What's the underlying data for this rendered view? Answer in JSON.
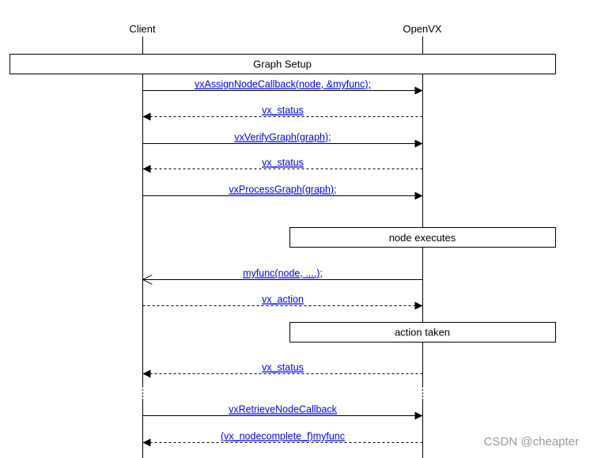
{
  "actors": {
    "client": "Client",
    "openvx": "OpenVX"
  },
  "boxes": {
    "graph_setup": "Graph Setup",
    "node_executes": "node executes",
    "action_taken": "action taken"
  },
  "messages": [
    {
      "label": "vxAssignNodeCallback(node, &myfunc);",
      "from": "client",
      "to": "openvx",
      "style": "solid"
    },
    {
      "label": "vx_status",
      "from": "openvx",
      "to": "client",
      "style": "dashed"
    },
    {
      "label": "vxVerifyGraph(graph);",
      "from": "client",
      "to": "openvx",
      "style": "solid"
    },
    {
      "label": "vx_status",
      "from": "openvx",
      "to": "client",
      "style": "dashed"
    },
    {
      "label": "vxProcessGraph(graph);",
      "from": "client",
      "to": "openvx",
      "style": "solid"
    },
    {
      "label": "myfunc(node, ....);",
      "from": "openvx",
      "to": "client",
      "style": "solid-open"
    },
    {
      "label": "vx_action",
      "from": "client",
      "to": "openvx",
      "style": "dashed"
    },
    {
      "label": "vx_status",
      "from": "openvx",
      "to": "client",
      "style": "dashed"
    },
    {
      "label": "vxRetrieveNodeCallback",
      "from": "client",
      "to": "openvx",
      "style": "solid"
    },
    {
      "label": "(vx_nodecomplete_f)myfunc",
      "from": "openvx",
      "to": "client",
      "style": "dashed"
    }
  ],
  "colors": {
    "line": "#000000",
    "label": "#0000ee",
    "watermark": "#9a9a9a"
  },
  "watermark": "CSDN @cheapter"
}
